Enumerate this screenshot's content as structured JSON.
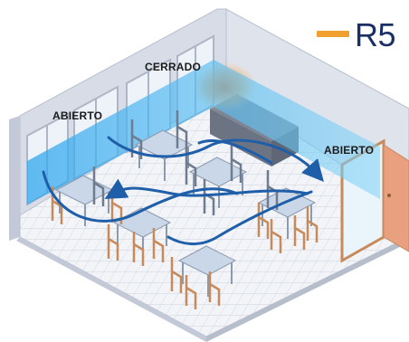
{
  "legend": {
    "code": "R5",
    "color": "#f0a030"
  },
  "labels": {
    "window_left": "ABIERTO",
    "window_top": "CERRADO",
    "door": "ABIERTO"
  },
  "colors": {
    "wall": "#d7dce6",
    "wall_dark": "#b9c0ce",
    "floor": "#eef1f6",
    "air": "#3fb3f0",
    "arrow": "#1f5ea8",
    "heat": "#f08a2a",
    "wood": "#c88a5a",
    "door": "#e8a07e"
  },
  "icons": [
    "table-icon",
    "chair-icon",
    "airflow-arrow-icon",
    "heat-source-icon",
    "door-icon",
    "window-icon"
  ]
}
